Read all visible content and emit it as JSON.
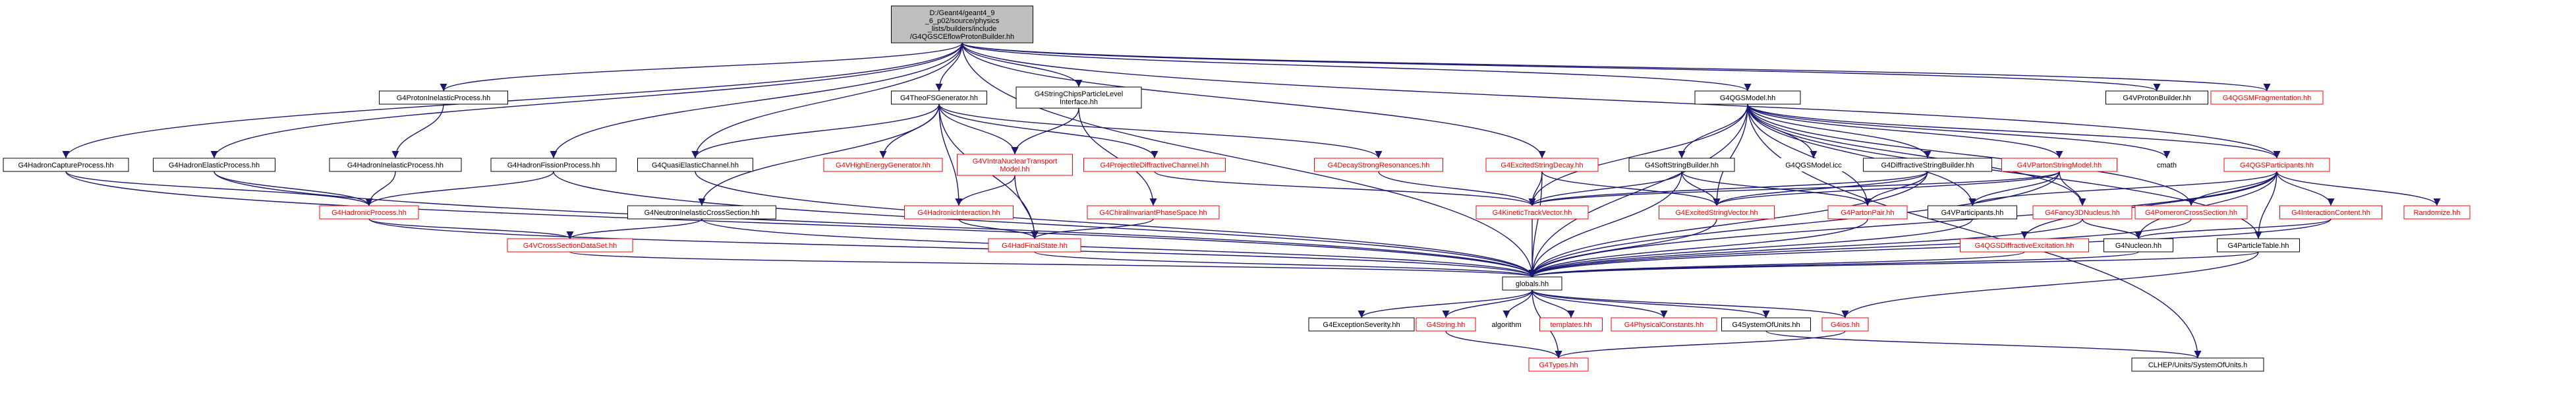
{
  "colors": {
    "edge": "#191970",
    "edge_alt": "#7f7f7f",
    "node_border": "#000000",
    "node_border_missing": "#ff0000",
    "root_fill": "#bfbfbf",
    "node_fill": "#ffffff",
    "text_missing": "#ff0000"
  },
  "nodes": {
    "root": {
      "lines": [
        "D:/Geant4/geant4_9",
        "_6_p02/source/physics",
        "_lists/builders/include",
        "/G4QGSCEflowProtonBuilder.hh"
      ],
      "style": "root"
    },
    "protonInelastic": {
      "lines": [
        "G4ProtonInelasticProcess.hh"
      ],
      "style": "normal"
    },
    "theoFS": {
      "lines": [
        "G4TheoFSGenerator.hh"
      ],
      "style": "normal"
    },
    "stringChips": {
      "lines": [
        "G4StringChipsParticleLevel",
        "Interface.hh"
      ],
      "style": "normal"
    },
    "qgsModel": {
      "lines": [
        "G4QGSModel.hh"
      ],
      "style": "normal"
    },
    "vProtonBuilder": {
      "lines": [
        "G4VProtonBuilder.hh"
      ],
      "style": "normal"
    },
    "qgsmFrag": {
      "lines": [
        "G4QGSMFragmentation.hh"
      ],
      "style": "missing"
    },
    "hadronCapture": {
      "lines": [
        "G4HadronCaptureProcess.hh"
      ],
      "style": "normal"
    },
    "hadronElastic": {
      "lines": [
        "G4HadronElasticProcess.hh"
      ],
      "style": "normal"
    },
    "hadronInelastic": {
      "lines": [
        "G4HadronInelasticProcess.hh"
      ],
      "style": "normal"
    },
    "hadronFission": {
      "lines": [
        "G4HadronFissionProcess.hh"
      ],
      "style": "normal"
    },
    "quasiElastic": {
      "lines": [
        "G4QuasiElasticChannel.hh"
      ],
      "style": "normal"
    },
    "vHighEnergy": {
      "lines": [
        "G4VHighEnergyGenerator.hh"
      ],
      "style": "missing"
    },
    "vIntraNuclear": {
      "lines": [
        "G4VIntraNuclearTransport",
        "Model.hh"
      ],
      "style": "missing"
    },
    "projectileDiff": {
      "lines": [
        "G4ProjectileDiffractiveChannel.hh"
      ],
      "style": "missing"
    },
    "decayStrong": {
      "lines": [
        "G4DecayStrongResonances.hh"
      ],
      "style": "missing"
    },
    "excitedStringDecay": {
      "lines": [
        "G4ExcitedStringDecay.hh"
      ],
      "style": "missing"
    },
    "softString": {
      "lines": [
        "G4SoftStringBuilder.hh"
      ],
      "style": "normal"
    },
    "qgsModelIcc": {
      "lines": [
        "G4QGSModel.icc"
      ],
      "style": "plain"
    },
    "diffString": {
      "lines": [
        "G4DiffractiveStringBuilder.hh"
      ],
      "style": "normal"
    },
    "vPartonString": {
      "lines": [
        "G4VPartonStringModel.hh"
      ],
      "style": "missing"
    },
    "cmath": {
      "lines": [
        "cmath"
      ],
      "style": "plain"
    },
    "qgsParticipants": {
      "lines": [
        "G4QGSParticipants.hh"
      ],
      "style": "missing"
    },
    "hadronicProcess": {
      "lines": [
        "G4HadronicProcess.hh"
      ],
      "style": "missing"
    },
    "neutronInelasticCS": {
      "lines": [
        "G4NeutronInelasticCrossSection.hh"
      ],
      "style": "normal"
    },
    "hadronicInteraction": {
      "lines": [
        "G4HadronicInteraction.hh"
      ],
      "style": "missing"
    },
    "chiralInvariant": {
      "lines": [
        "G4ChiralInvariantPhaseSpace.hh"
      ],
      "style": "missing"
    },
    "kineticTrackVector": {
      "lines": [
        "G4KineticTrackVector.hh"
      ],
      "style": "missing"
    },
    "excitedStringVector": {
      "lines": [
        "G4ExcitedStringVector.hh"
      ],
      "style": "missing"
    },
    "partonPair": {
      "lines": [
        "G4PartonPair.hh"
      ],
      "style": "missing"
    },
    "vParticipants": {
      "lines": [
        "G4VParticipants.hh"
      ],
      "style": "normal"
    },
    "fancy3D": {
      "lines": [
        "G4Fancy3DNucleus.hh"
      ],
      "style": "missing"
    },
    "pomeronCS": {
      "lines": [
        "G4PomeronCrossSection.hh"
      ],
      "style": "missing"
    },
    "interactionContent": {
      "lines": [
        "G4InteractionContent.hh"
      ],
      "style": "missing"
    },
    "randomize": {
      "lines": [
        "Randomize.hh"
      ],
      "style": "missing"
    },
    "vCrossSection": {
      "lines": [
        "G4VCrossSectionDataSet.hh"
      ],
      "style": "missing"
    },
    "hadFinalState": {
      "lines": [
        "G4HadFinalState.hh"
      ],
      "style": "missing"
    },
    "qgsDiffExcitation": {
      "lines": [
        "G4QGSDiffractiveExcitation.hh"
      ],
      "style": "missing"
    },
    "nucleon": {
      "lines": [
        "G4Nucleon.hh"
      ],
      "style": "normal"
    },
    "particleTable": {
      "lines": [
        "G4ParticleTable.hh"
      ],
      "style": "normal"
    },
    "globals": {
      "lines": [
        "globals.hh"
      ],
      "style": "normal"
    },
    "exceptionSeverity": {
      "lines": [
        "G4ExceptionSeverity.hh"
      ],
      "style": "normal"
    },
    "g4String": {
      "lines": [
        "G4String.hh"
      ],
      "style": "missing"
    },
    "algorithm": {
      "lines": [
        "algorithm"
      ],
      "style": "plain"
    },
    "templates": {
      "lines": [
        "templates.hh"
      ],
      "style": "missing"
    },
    "physConstants": {
      "lines": [
        "G4PhysicalConstants.hh"
      ],
      "style": "missing"
    },
    "systemOfUnits": {
      "lines": [
        "G4SystemOfUnits.hh"
      ],
      "style": "normal"
    },
    "g4ios": {
      "lines": [
        "G4ios.hh"
      ],
      "style": "missing"
    },
    "g4Types": {
      "lines": [
        "G4Types.hh"
      ],
      "style": "missing"
    },
    "clhepUnits": {
      "lines": [
        "CLHEP/Units/SystemOfUnits.h"
      ],
      "style": "normal"
    }
  },
  "edges": [
    [
      "root",
      "protonInelastic"
    ],
    [
      "root",
      "theoFS"
    ],
    [
      "root",
      "stringChips"
    ],
    [
      "root",
      "qgsModel"
    ],
    [
      "root",
      "vProtonBuilder"
    ],
    [
      "root",
      "qgsmFrag"
    ],
    [
      "root",
      "hadronCapture"
    ],
    [
      "root",
      "hadronElastic"
    ],
    [
      "root",
      "hadronFission"
    ],
    [
      "root",
      "quasiElastic"
    ],
    [
      "root",
      "excitedStringDecay"
    ],
    [
      "root",
      "qgsParticipants"
    ],
    [
      "root",
      "globals"
    ],
    [
      "protonInelastic",
      "hadronInelastic"
    ],
    [
      "hadronCapture",
      "hadronicProcess"
    ],
    [
      "hadronCapture",
      "globals"
    ],
    [
      "hadronElastic",
      "hadronicProcess"
    ],
    [
      "hadronElastic",
      "globals"
    ],
    [
      "hadronInelastic",
      "hadronicProcess"
    ],
    [
      "hadronFission",
      "hadronicProcess"
    ],
    [
      "hadronFission",
      "globals"
    ],
    [
      "hadronicProcess",
      "vCrossSection"
    ],
    [
      "hadronicProcess",
      "globals"
    ],
    [
      "theoFS",
      "quasiElastic"
    ],
    [
      "theoFS",
      "vHighEnergy"
    ],
    [
      "theoFS",
      "vIntraNuclear"
    ],
    [
      "theoFS",
      "projectileDiff"
    ],
    [
      "theoFS",
      "decayStrong"
    ],
    [
      "theoFS",
      "hadronicInteraction"
    ],
    [
      "theoFS",
      "neutronInelasticCS"
    ],
    [
      "theoFS",
      "hadFinalState"
    ],
    [
      "quasiElastic",
      "globals"
    ],
    [
      "stringChips",
      "vIntraNuclear"
    ],
    [
      "stringChips",
      "chiralInvariant"
    ],
    [
      "vIntraNuclear",
      "hadronicInteraction"
    ],
    [
      "vIntraNuclear",
      "hadFinalState"
    ],
    [
      "projectileDiff",
      "kineticTrackVector"
    ],
    [
      "decayStrong",
      "kineticTrackVector"
    ],
    [
      "hadronicInteraction",
      "hadFinalState"
    ],
    [
      "chiralInvariant",
      "hadFinalState"
    ],
    [
      "neutronInelasticCS",
      "vCrossSection"
    ],
    [
      "neutronInelasticCS",
      "globals"
    ],
    [
      "vCrossSection",
      "globals"
    ],
    [
      "hadFinalState",
      "globals"
    ],
    [
      "excitedStringDecay",
      "kineticTrackVector"
    ],
    [
      "excitedStringDecay",
      "excitedStringVector"
    ],
    [
      "excitedStringDecay",
      "globals"
    ],
    [
      "qgsModel",
      "kineticTrackVector"
    ],
    [
      "qgsModel",
      "softString"
    ],
    [
      "qgsModel",
      "qgsModelIcc"
    ],
    [
      "qgsModel",
      "diffString"
    ],
    [
      "qgsModel",
      "vPartonString"
    ],
    [
      "qgsModel",
      "cmath"
    ],
    [
      "qgsModel",
      "qgsParticipants"
    ],
    [
      "qgsModel",
      "excitedStringVector"
    ],
    [
      "qgsModel",
      "partonPair"
    ],
    [
      "qgsModel",
      "vParticipants"
    ],
    [
      "qgsModel",
      "fancy3D"
    ],
    [
      "qgsModel",
      "pomeronCS"
    ],
    [
      "qgsModel",
      "particleTable"
    ],
    [
      "qgsModel",
      "globals"
    ],
    [
      "qgsModel",
      "clhepUnits"
    ],
    [
      "softString",
      "kineticTrackVector"
    ],
    [
      "softString",
      "excitedStringVector"
    ],
    [
      "softString",
      "partonPair"
    ],
    [
      "softString",
      "globals"
    ],
    [
      "diffString",
      "kineticTrackVector"
    ],
    [
      "diffString",
      "excitedStringVector"
    ],
    [
      "diffString",
      "partonPair"
    ],
    [
      "diffString",
      "globals"
    ],
    [
      "vPartonString",
      "kineticTrackVector"
    ],
    [
      "vPartonString",
      "excitedStringVector"
    ],
    [
      "vPartonString",
      "vParticipants"
    ],
    [
      "vPartonString",
      "fancy3D"
    ],
    [
      "vPartonString",
      "globals"
    ],
    [
      "qgsParticipants",
      "vParticipants"
    ],
    [
      "qgsParticipants",
      "interactionContent"
    ],
    [
      "qgsParticipants",
      "pomeronCS"
    ],
    [
      "qgsParticipants",
      "randomize"
    ],
    [
      "qgsParticipants",
      "qgsDiffExcitation"
    ],
    [
      "qgsParticipants",
      "nucleon"
    ],
    [
      "qgsParticipants",
      "globals"
    ],
    [
      "qgsParticipants",
      "particleTable"
    ],
    [
      "interactionContent",
      "nucleon"
    ],
    [
      "interactionContent",
      "globals"
    ],
    [
      "kineticTrackVector",
      "globals"
    ],
    [
      "excitedStringVector",
      "globals"
    ],
    [
      "partonPair",
      "globals"
    ],
    [
      "vParticipants",
      "globals"
    ],
    [
      "fancy3D",
      "nucleon"
    ],
    [
      "fancy3D",
      "globals"
    ],
    [
      "pomeronCS",
      "globals"
    ],
    [
      "qgsDiffExcitation",
      "globals"
    ],
    [
      "nucleon",
      "globals"
    ],
    [
      "particleTable",
      "globals"
    ],
    [
      "particleTable",
      "g4ios"
    ],
    [
      "globals",
      "exceptionSeverity"
    ],
    [
      "globals",
      "g4String"
    ],
    [
      "globals",
      "algorithm"
    ],
    [
      "globals",
      "templates"
    ],
    [
      "globals",
      "physConstants"
    ],
    [
      "globals",
      "systemOfUnits"
    ],
    [
      "globals",
      "g4ios"
    ],
    [
      "globals",
      "g4Types"
    ],
    [
      "g4String",
      "g4Types"
    ],
    [
      "systemOfUnits",
      "clhepUnits"
    ],
    [
      "g4ios",
      "g4Types"
    ]
  ]
}
